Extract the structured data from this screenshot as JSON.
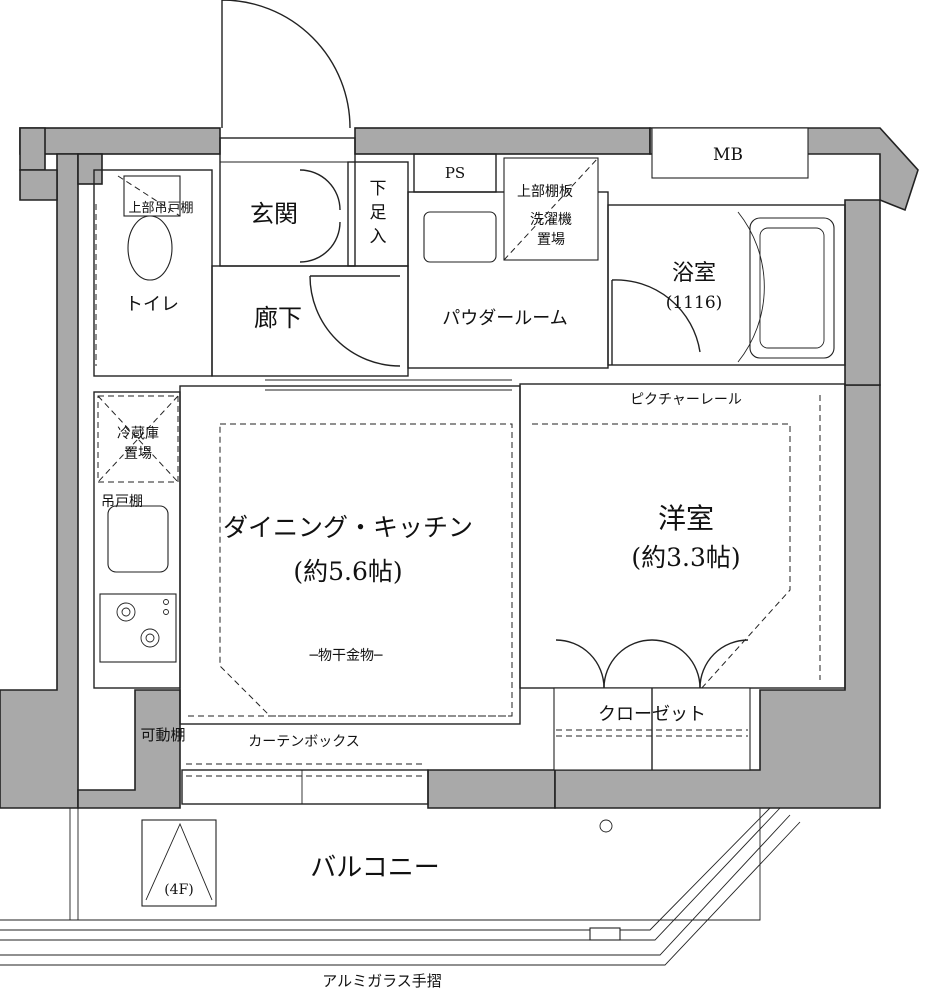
{
  "rooms": {
    "entrance": "玄関",
    "shoe_box": [
      "下",
      "足",
      "入"
    ],
    "ps": "PS",
    "upper_shelf": "上部棚板",
    "washer": [
      "洗濯機",
      "置場"
    ],
    "mb": "MB",
    "toilet": "トイレ",
    "toilet_shelf": "上部吊戸棚",
    "hallway": "廊下",
    "powder_room": "パウダールーム",
    "bathroom": "浴室",
    "bathroom_size": "(1116)",
    "fridge": [
      "冷蔵庫",
      "置場"
    ],
    "wall_cabinet": "吊戸棚",
    "dining_kitchen": "ダイニング・キッチン",
    "dining_kitchen_size": "(約5.6帖)",
    "clothes_hanger": "─物干金物─",
    "movable_shelf": "可動棚",
    "curtain_box": "カーテンボックス",
    "picture_rail": "ピクチャーレール",
    "western_room": "洋室",
    "western_room_size": "(約3.3帖)",
    "closet": "クローゼット",
    "balcony": "バルコニー",
    "floor": "(4F)",
    "railing": "アルミガラス手摺"
  }
}
